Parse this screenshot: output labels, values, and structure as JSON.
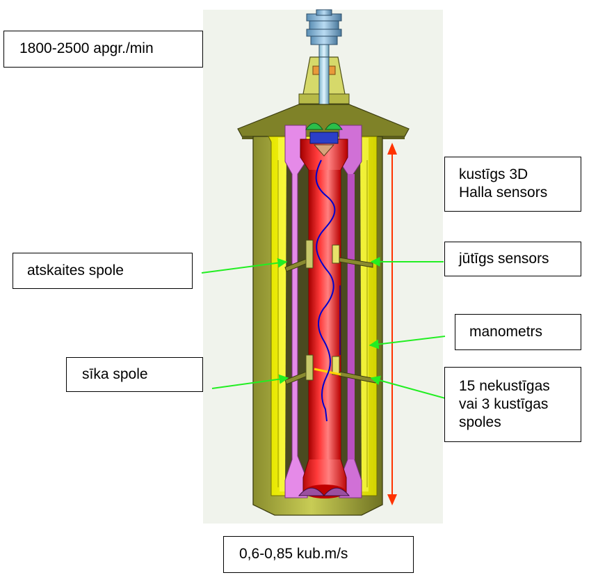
{
  "labels": {
    "speed": "1800-2500 apgr./min",
    "hall_sensor": [
      "kustīgs 3D",
      "Halla sensors"
    ],
    "reference_coil": "atskaites spole",
    "sensitive_sensor": "jūtīgs sensors",
    "manometer": "manometrs",
    "thin_coil": "sīka spole",
    "coils": [
      "15 nekustīgas",
      "vai 3 kustīgas",
      "spoles"
    ],
    "flow": "0,6-0,85 kub.m/s"
  },
  "colors": {
    "pointer_arrow": "#22ee22",
    "travel_arrow": "#ff3300",
    "outer_shell": "#c8cc55",
    "yellow_layer": "#ffff00",
    "pink_layer": "#e58ae8",
    "inner_tube": "#ee1111",
    "flow_path": "#0000cc"
  }
}
